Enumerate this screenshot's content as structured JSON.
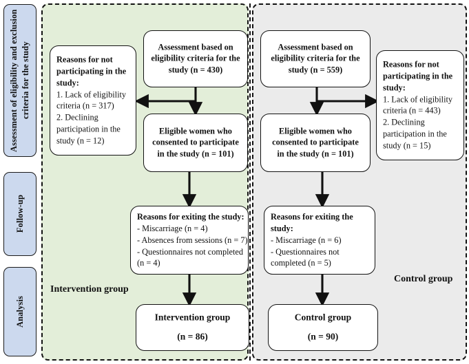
{
  "regions": {
    "intervention": {
      "name": "Intervention group",
      "fill": "#e3eed9"
    },
    "control": {
      "name": "Control group",
      "fill": "#ebebeb"
    }
  },
  "stages": [
    {
      "label": "Assessment of eligibility and exclusion criteria for the study"
    },
    {
      "label": "Follow-up"
    },
    {
      "label": "Analysis"
    }
  ],
  "intervention": {
    "assessment": {
      "line1": "Assessment based on",
      "line2": "eligibility criteria for the",
      "line3": "study (n = 430)"
    },
    "reasons_not_participating": {
      "heading1": "Reasons for not",
      "heading2": "participating in the",
      "heading3": "study:",
      "item1a": "1. Lack of eligibility",
      "item1b": "criteria (n = 317)",
      "item2a": "2. Declining",
      "item2b": "participation in the",
      "item2c": "study (n = 12)"
    },
    "eligible": {
      "line1": "Eligible women who",
      "line2": "consented to participate",
      "line3": "in the study (n = 101)"
    },
    "exiting": {
      "heading": "Reasons for exiting the study:",
      "item1": "- Miscarriage (n = 4)",
      "item2": "- Absences from sessions (n = 7)",
      "item3a": "- Questionnaires not completed",
      "item3b": "(n = 4)"
    },
    "final": {
      "title": "Intervention group",
      "count": "(n = 86)"
    },
    "caption": "Intervention group"
  },
  "control": {
    "assessment": {
      "line1": "Assessment based on",
      "line2": "eligibility criteria for the",
      "line3": "study (n = 559)"
    },
    "reasons_not_participating": {
      "heading1": "Reasons for not",
      "heading2": "participating in the",
      "heading3": "study:",
      "item1a": "1. Lack of eligibility",
      "item1b": "criteria (n = 443)",
      "item2a": "2. Declining",
      "item2b": "participation in the",
      "item2c": "study (n = 15)"
    },
    "eligible": {
      "line1": "Eligible women who",
      "line2": "consented to participate",
      "line3": "in the study (n = 101)"
    },
    "exiting": {
      "heading1": "Reasons for exiting the",
      "heading2": "study:",
      "item1": "- Miscarriage (n = 6)",
      "item2a": "- Questionnaires not",
      "item2b": "completed (n = 5)"
    },
    "final": {
      "title": "Control group",
      "count": "(n = 90)"
    },
    "caption": "Control group"
  },
  "colors": {
    "stage_fill": "#ccd9ee",
    "box_stroke": "#111111",
    "arrow": "#111111"
  }
}
